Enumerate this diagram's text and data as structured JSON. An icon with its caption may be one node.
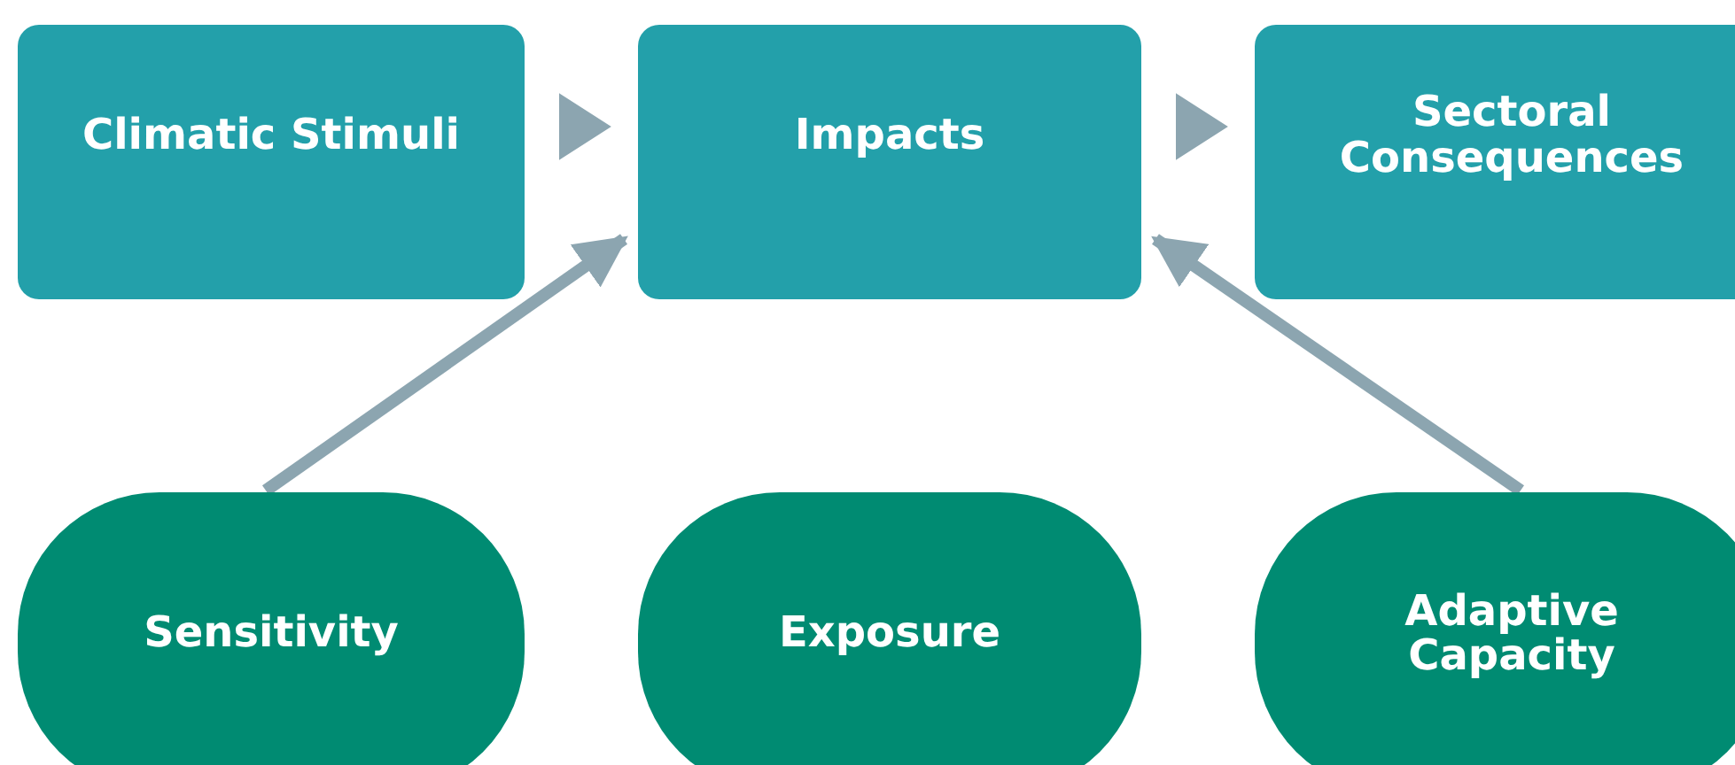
{
  "diagram": {
    "nodes": [
      {
        "text": [
          "Climatic Stimuli"
        ]
      },
      {
        "text": [
          "Impacts"
        ]
      },
      {
        "text": [
          "Sectoral Consequences"
        ]
      },
      {
        "text": [
          "Sensitivity"
        ]
      },
      {
        "text": [
          "Exposure"
        ]
      },
      {
        "text": [
          "Adaptive Capacity"
        ]
      }
    ],
    "edges": [
      {
        "from": 0,
        "to": 1,
        "arrow": "to"
      },
      {
        "from": 1,
        "to": 2,
        "arrow": "to"
      },
      {
        "from": 3,
        "to": 1,
        "arrow": "to"
      },
      {
        "from": 5,
        "to": 1,
        "arrow": "to"
      }
    ]
  }
}
